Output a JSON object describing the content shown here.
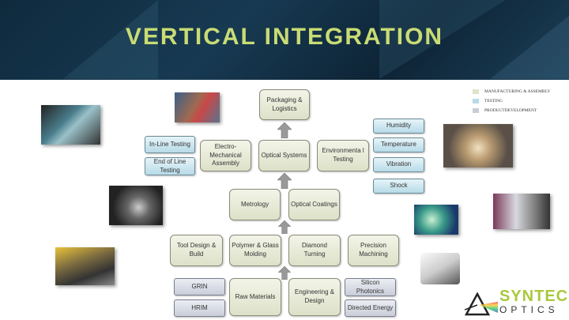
{
  "title": "VERTICAL INTEGRATION",
  "legend": [
    {
      "label": "MANUFACTURING & ASSEMBLY",
      "color": "#dde4c8"
    },
    {
      "label": "TESTING",
      "color": "#b7dbe8"
    },
    {
      "label": "PRODUCTDEVELOPMENT",
      "color": "#c9cdd8"
    }
  ],
  "boxes": {
    "packaging": "Packaging & Logistics",
    "inline": "In-Line Testing",
    "endofline": "End of Line Testing",
    "electro": "Electro-Mechanical Assembly",
    "optical_systems": "Optical Systems",
    "environmental": "Environmenta l Testing",
    "humidity": "Humidity",
    "temperature": "Temperature",
    "vibration": "Vibration",
    "shock": "Shock",
    "metrology": "Metrology",
    "coatings": "Optical Coatings",
    "tool": "Tool Design & Build",
    "polymer": "Polymer & Glass Molding",
    "diamond": "Diamond Turning",
    "precision": "Precision Machining",
    "grin": "GRIN",
    "hrim": "HRIM",
    "raw": "Raw Materials",
    "engineering": "Engineering & Design",
    "silicon": "Silicon Photonics",
    "directed": "Directed Energy"
  },
  "logo": {
    "line1": "SYNTEC",
    "line2": "OPTICS"
  }
}
